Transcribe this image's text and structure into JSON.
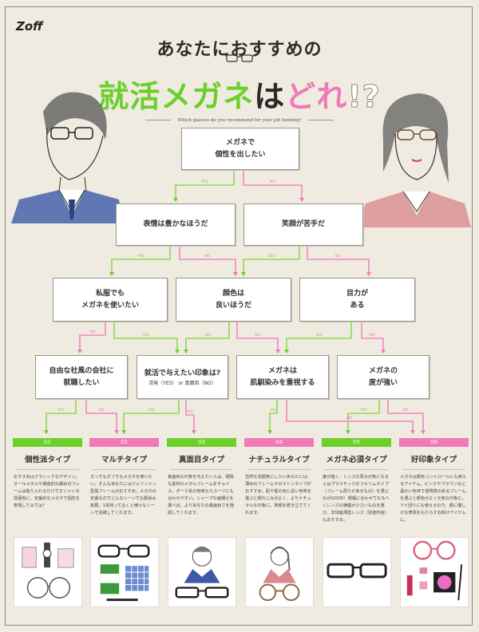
{
  "brand": "Zoff",
  "title": {
    "line1": "あなたにおすすめの",
    "line2_green": "就活メガネ",
    "line2_black": "は",
    "line2_pink": "どれ",
    "line2_marks": "!?",
    "subtitle": "Which glasses do you recommend for your job hunting?"
  },
  "colors": {
    "yes": "#6ccf2b",
    "no": "#f07ab8",
    "background": "#efebe0"
  },
  "labels": {
    "yes": "YES",
    "no": "NO"
  },
  "questions": {
    "q1": [
      "メガネで",
      "個性を出したい"
    ],
    "q2a": "表情は豊かなほうだ",
    "q2b": "笑顔が苦手だ",
    "q3a": [
      "私服でも",
      "メガネを使いたい"
    ],
    "q3b": [
      "顔色は",
      "良いほうだ"
    ],
    "q3c": [
      "目力が",
      "ある"
    ],
    "q4a": [
      "自由な社風の会社に",
      "就職したい"
    ],
    "q4b": [
      "就活で与えたい印象は?",
      "活発（YES） or 真面目（NO）"
    ],
    "q4c": [
      "メガネは",
      "肌馴染みを重視する"
    ],
    "q4d": [
      "メガネの",
      "度が強い"
    ]
  },
  "results": [
    {
      "num": "01",
      "title": "個性派タイプ",
      "color": "#6ccf2b",
      "desc": "おすすめはクラシックなデザイン。オールメタルや構造的な細めのフレームは取り入れるだけでオシャレな雰囲気に。定番的なメガネで個性を表現してみては？",
      "image": "glasses-with-perfume-and-watch"
    },
    {
      "num": "02",
      "title": "マルチタイプ",
      "color": "#f07ab8",
      "desc": "オンでもオフでもメガネを使いたい。そんなあなたにはウェリントン型黒フレームがおすすめ。メガネの定番なのでどんなシーンでも馴染み抜群。1本持っておくと様々なシーンで活躍してくれます。",
      "image": "glasses-with-cup-and-handkerchief"
    },
    {
      "num": "03",
      "title": "真面目タイプ",
      "color": "#6ccf2b",
      "desc": "真面目な印象を与えたい人は、硬質な素材のメタルフレームをチョイス。ダーク系の色味ならスーツにも合わせやすい。シャープな面構えを選べば、よりあなたの真面目さを強調してくれます。",
      "image": "man-in-suit-with-glasses"
    },
    {
      "num": "04",
      "title": "ナチュラルタイプ",
      "color": "#f07ab8",
      "desc": "自然な雰囲気にしたいあなたには、薄めのフレームやボストンタイプがおすすめ。肌や髪の色に近い色味を選ぶと顔なじみがよく、よりナチュラルな印象に。笑顔を惹き立ててくれます。",
      "image": "woman-with-glasses"
    },
    {
      "num": "05",
      "title": "メガネ必須タイプ",
      "color": "#6ccf2b",
      "desc": "度が強く、レンズの厚みが気になる人はプラスチックのフルリムタイプ（フレーム周りがあるもの）を選ぶのがGOOD！顔幅に合わせてなるべくレンズの横幅が小さいものを選び、非球面薄型レンズ（別途料金）もおすすめ。",
      "image": "black-glasses"
    },
    {
      "num": "06",
      "title": "好印象タイプ",
      "color": "#f07ab8",
      "desc": "メガネは顔色コントロールにも使えるアイテム。ピンクやブラウンなど温かい色味で透明感のあるフレームを選ぶと顔色がよく元気な印象に。アイ回りにも使えるので、顔に優しげな表情をもたらすお助けアイテムに。",
      "image": "pink-glasses-with-cosmetics"
    }
  ]
}
